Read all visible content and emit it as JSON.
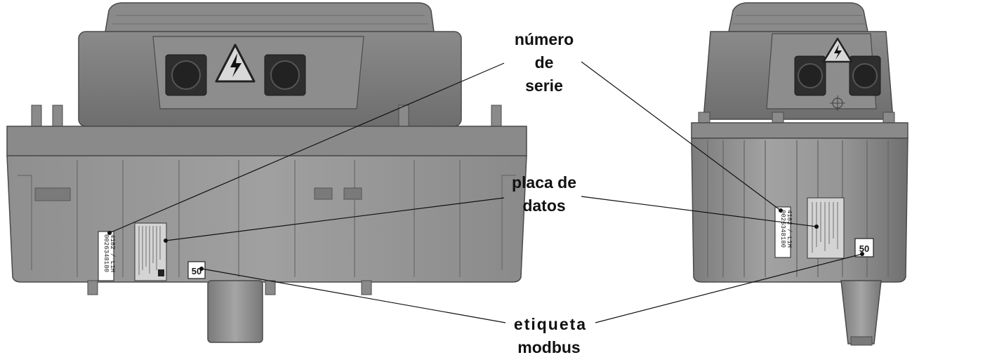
{
  "labels": {
    "serial_line1": "número",
    "serial_line2": "de",
    "serial_line3": "serie",
    "plate_line1": "placa de",
    "plate_line2": "datos",
    "modbus_line1": "etiqueta",
    "modbus_line2": "modbus"
  },
  "tags": {
    "modbus_left": "50",
    "modbus_right": "50",
    "serial_number": "0026348180",
    "serial_model": "4182 / L1H"
  },
  "colors": {
    "body_dark": "#7a7a7a",
    "body_mid": "#8c8c8c",
    "body_light": "#9a9a9a",
    "outline": "#4a4a4a",
    "background": "#ffffff"
  }
}
